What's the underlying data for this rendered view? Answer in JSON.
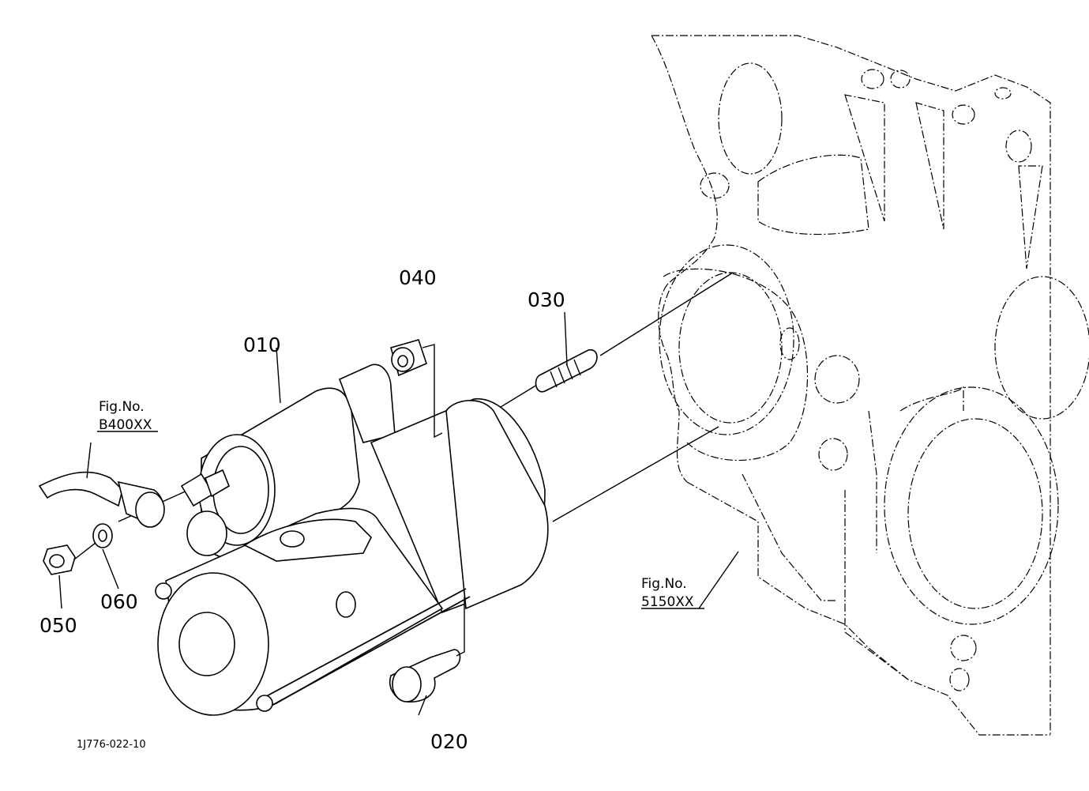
{
  "diagram": {
    "part_labels": {
      "p010": "010",
      "p020": "020",
      "p030": "030",
      "p040": "040",
      "p050": "050",
      "p060": "060"
    },
    "references": {
      "ref_b400": {
        "line1": "Fig.No.",
        "line2": "B400XX"
      },
      "ref_5150": {
        "line1": "Fig.No.",
        "line2": "5150XX"
      }
    },
    "drawing_number": "1J776-022-10",
    "line_color": "#000000",
    "background_color": "#ffffff"
  }
}
